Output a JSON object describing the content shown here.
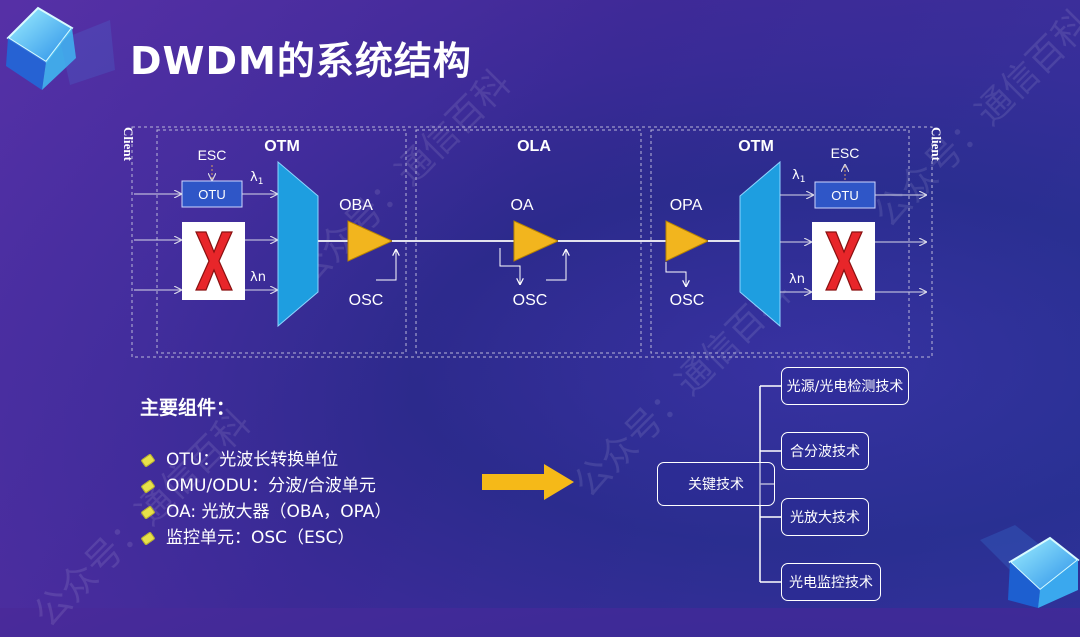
{
  "title": "DWDM的系统结构",
  "diagram": {
    "client_left": "Client",
    "client_right": "Client",
    "sections": {
      "otm_left": "OTM",
      "ola": "OLA",
      "otm_right": "OTM"
    },
    "labels": {
      "esc_left": "ESC",
      "esc_right": "ESC",
      "otu_left": "OTU",
      "otu_right": "OTU",
      "lambda1_left": "λ",
      "lambda1_sub_left": "1",
      "lambda1_right": "λ",
      "lambda1_sub_right": "1",
      "lambdan_left": "λn",
      "lambdan_right": "λn",
      "oba": "OBA",
      "oa": "OA",
      "opa": "OPA",
      "osc_1": "OSC",
      "osc_2": "OSC",
      "osc_3": "OSC"
    }
  },
  "components": {
    "heading": "主要组件：",
    "items": [
      "OTU：光波长转换单位",
      "OMU/ODU：分波/合波单元",
      "OA: 光放大器（OBA，OPA）",
      "监控单元：OSC（ESC）"
    ]
  },
  "tree": {
    "root": "关键技术",
    "children": [
      "光源/光电检测技术",
      "合分波技术",
      "光放大技术",
      "光电监控技术"
    ]
  },
  "watermark": {
    "text": "公众号：通信百科"
  },
  "colors": {
    "mux_blue": "#1e9ee0",
    "amp_yellow": "#f2b51e",
    "arrow_yellow": "#f5b918",
    "otu_blue": "#2f56c7",
    "cross_red": "#e8262a"
  }
}
